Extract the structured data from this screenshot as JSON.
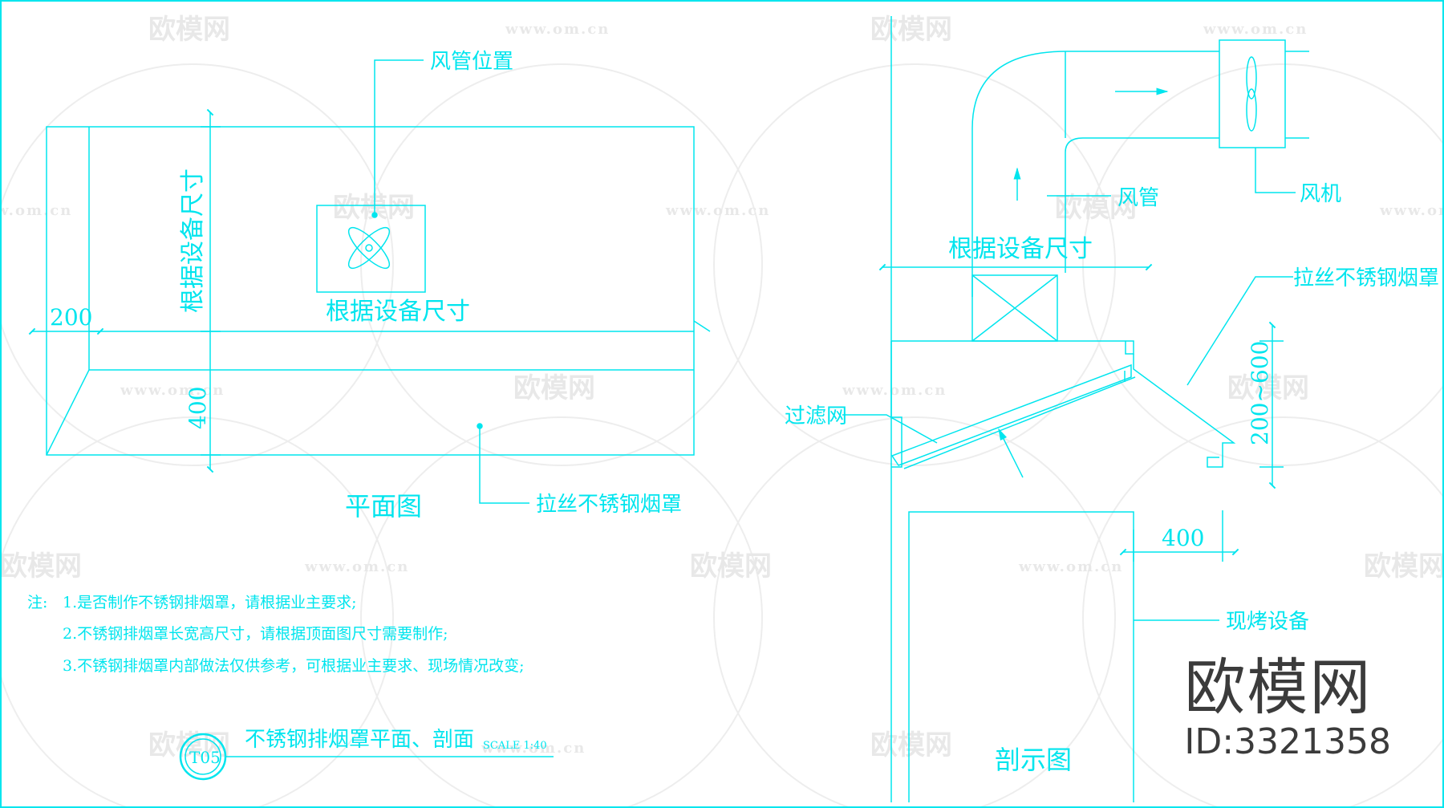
{
  "colors": {
    "line": "#00e5ee",
    "watermark": "#d9d9d9",
    "watermark_text": "#3b3b3b",
    "background": "#ffffff"
  },
  "plan": {
    "duct_position_label": "风管位置",
    "equipment_size_vertical": "根据设备尺寸",
    "equipment_size_horizontal": "根据设备尺寸",
    "dim_200": "200",
    "dim_400": "400",
    "hood_label": "拉丝不锈钢烟罩",
    "title": "平面图"
  },
  "notes": {
    "prefix": "注:",
    "items": [
      "1.是否制作不锈钢排烟罩，请根据业主要求;",
      "2.不锈钢排烟罩长宽高尺寸，请根据顶面图尺寸需要制作;",
      "3.不锈钢排烟罩内部做法仅供参考，可根据业主要求、现场情况改变;"
    ]
  },
  "drawing_title": {
    "number": "T05",
    "name": "不锈钢排烟罩平面、剖面",
    "scale": "SCALE 1:40"
  },
  "section": {
    "fan_label": "风机",
    "duct_label": "风管",
    "equipment_size": "根据设备尺寸",
    "hood_label": "拉丝不锈钢烟罩",
    "filter_label": "过滤网",
    "dim_height": "200~600",
    "dim_400": "400",
    "equipment_label": "现烤设备",
    "title": "剖示图"
  },
  "watermark": {
    "logo_text": "欧模网",
    "url_text": "www.om.cn",
    "id_text": "ID:3321358"
  }
}
